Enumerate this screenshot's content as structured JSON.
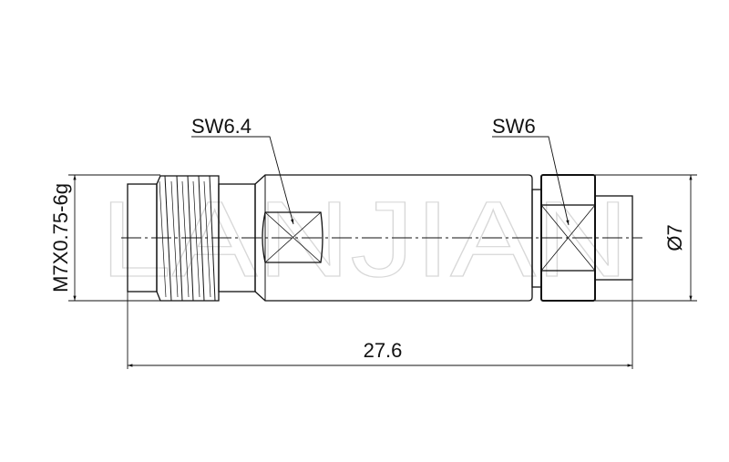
{
  "watermark": "LANJIAN",
  "labels": {
    "wrench_size_body": "SW6.4",
    "wrench_size_nut": "SW6",
    "thread_spec": "M7X0.75-6g",
    "diameter": "Ø7",
    "overall_length": "27.6"
  },
  "colors": {
    "line": "#111111",
    "watermark": "#d8d8d8"
  }
}
